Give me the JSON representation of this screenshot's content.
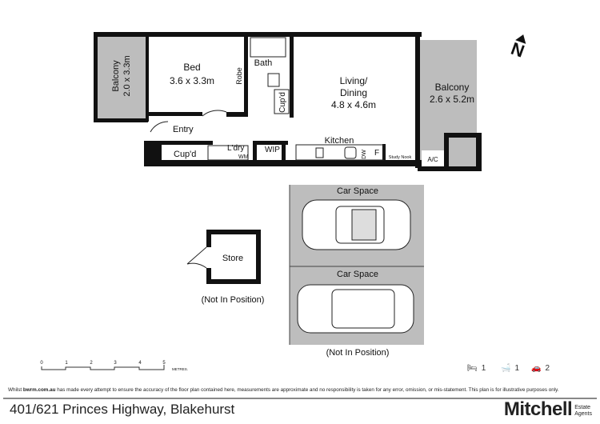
{
  "floorplan": {
    "rooms": {
      "balcony_left": {
        "name": "Balcony",
        "size": "2.0 x 3.3m"
      },
      "bed": {
        "name": "Bed",
        "size": "3.6 x 3.3m"
      },
      "robe": "Robe",
      "bath": "Bath",
      "cupd_bath": "Cup'd",
      "living": {
        "name": "Living/",
        "name2": "Dining",
        "size": "4.8 x 4.6m"
      },
      "balcony_right": {
        "name": "Balcony",
        "size": "2.6 x 5.2m"
      },
      "entry": "Entry",
      "cupd_entry": "Cup'd",
      "laundry": "L'dry",
      "wm": "WM",
      "wip": "WIP",
      "kitchen": "Kitchen",
      "dw": "DW",
      "fridge": "F",
      "study_nook": "Study Nook",
      "ac": "A/C"
    },
    "car_space_1": "Car Space",
    "car_space_2": "Car Space",
    "car_note": "(Not In Position)",
    "store": "Store",
    "store_note": "(Not In Position)",
    "compass_label": "N"
  },
  "scale": {
    "ticks": [
      "0",
      "1",
      "2",
      "3",
      "4",
      "5"
    ],
    "unit": "METRES."
  },
  "features": {
    "bedrooms": "1",
    "bathrooms": "1",
    "car_spaces": "2"
  },
  "disclaimer": {
    "prefix": "Whilst ",
    "site": "bwrm.com.au",
    "text": " has made every attempt to ensure the accuracy of the floor plan contained here, measurements are approximate and no responsibility is taken for any error, omission, or mis-statement. This plan is for illustrative purposes only."
  },
  "footer": {
    "address": "401/621 Princes Highway, Blakehurst",
    "brand": "Mitchell",
    "brand_sub1": "Estate",
    "brand_sub2": "Agents"
  }
}
